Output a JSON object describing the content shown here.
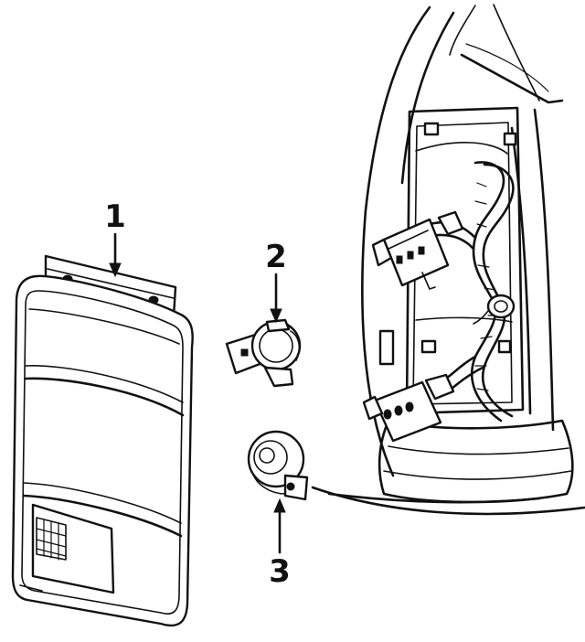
{
  "callouts": {
    "item1": "1",
    "item2": "2",
    "item3": "3"
  },
  "colors": {
    "line": "#111111",
    "background": "#ffffff"
  }
}
